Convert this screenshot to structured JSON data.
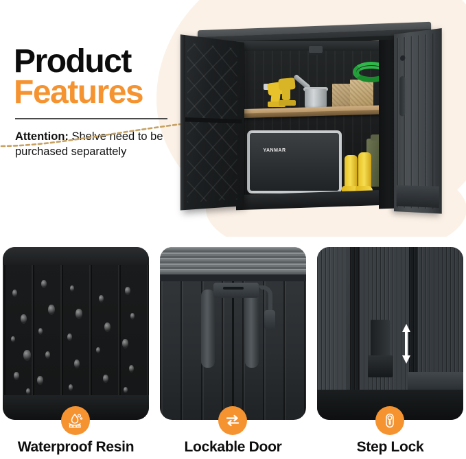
{
  "hero": {
    "title_line1": "Product",
    "title_line2": "Features",
    "attention_label": "Attention:",
    "attention_text": " Shelve need to be purchased separattely",
    "accent_color": "#f59331",
    "background_color": "#fbf1e7"
  },
  "product_scene": {
    "name": "horizontal-resin-storage-shed",
    "state": "both-doors-open",
    "contents": [
      "cordless-drill",
      "cordless-drill-second",
      "galvanized-watering-can",
      "wooden-crate-small",
      "wooden-crate-large",
      "coiled-green-garden-hose",
      "portable-generator",
      "yellow-rubber-boots",
      "green-jerry-can"
    ],
    "generator_brand": "YANMAR",
    "shelf_material": "wood",
    "callout": "dashed-leader-line-to-shelf"
  },
  "features": [
    {
      "id": "waterproof-resin",
      "caption": "Waterproof Resin",
      "icon": "water-droplet-icon",
      "image_subject": "rain-beaded-resin-panel"
    },
    {
      "id": "lockable-door",
      "caption": "Lockable Door",
      "icon": "two-way-arrows-icon",
      "image_subject": "door-handles-with-lock-hasp"
    },
    {
      "id": "step-lock",
      "caption": "Step Lock",
      "icon": "padlock-icon",
      "image_subject": "foot-operated-step-lock-latch"
    }
  ]
}
